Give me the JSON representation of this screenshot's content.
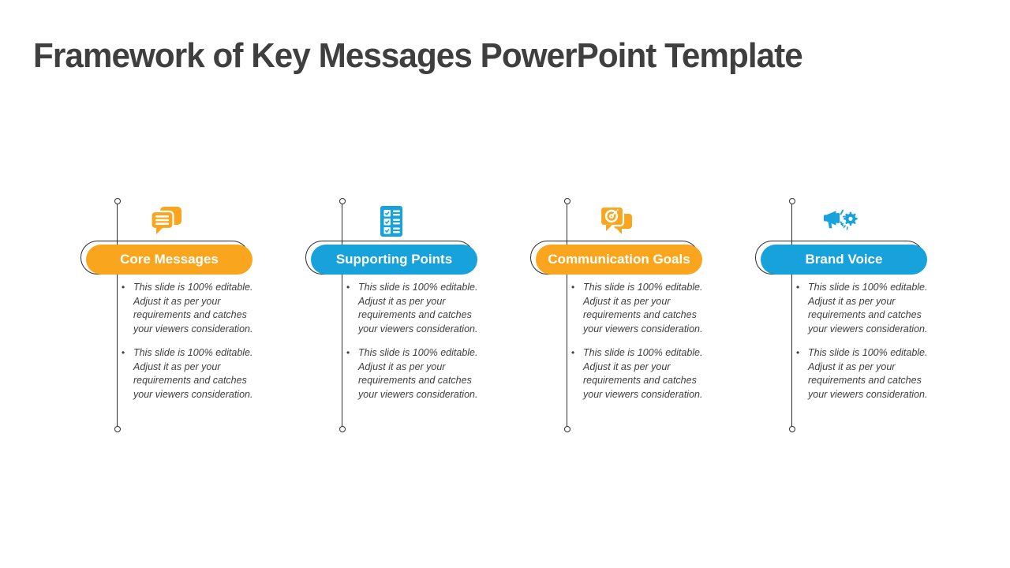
{
  "slide": {
    "title": "Framework of Key Messages PowerPoint Template"
  },
  "colors": {
    "orange": "#faa51e",
    "blue": "#18a2db",
    "outline": "#2b2b2b",
    "title_text": "#3f3f3f",
    "body_text": "#3e3e3e",
    "background": "#ffffff"
  },
  "columns": [
    {
      "title": "Core Messages",
      "accent": "orange",
      "icon": "chat-bubbles-icon",
      "bullets": [
        "This slide is 100% editable. Adjust it as per your requirements and catches your viewers consideration.",
        "This slide is 100% editable. Adjust it as per your requirements and catches your viewers consideration."
      ]
    },
    {
      "title": "Supporting Points",
      "accent": "blue",
      "icon": "checklist-icon",
      "bullets": [
        "This slide is 100% editable. Adjust it as per your requirements and catches your viewers consideration.",
        "This slide is 100% editable. Adjust it as per your requirements and catches your viewers consideration."
      ]
    },
    {
      "title": "Communication Goals",
      "accent": "orange",
      "icon": "target-chat-icon",
      "bullets": [
        "This slide is 100% editable. Adjust it as per your requirements and catches your viewers consideration.",
        "This slide is 100% editable. Adjust it as per your requirements and catches your viewers consideration."
      ]
    },
    {
      "title": "Brand Voice",
      "accent": "blue",
      "icon": "megaphone-gear-icon",
      "bullets": [
        "This slide is 100% editable. Adjust it as per your requirements and catches your viewers consideration.",
        "This slide is 100% editable. Adjust it as per your requirements and catches your viewers consideration."
      ]
    }
  ]
}
